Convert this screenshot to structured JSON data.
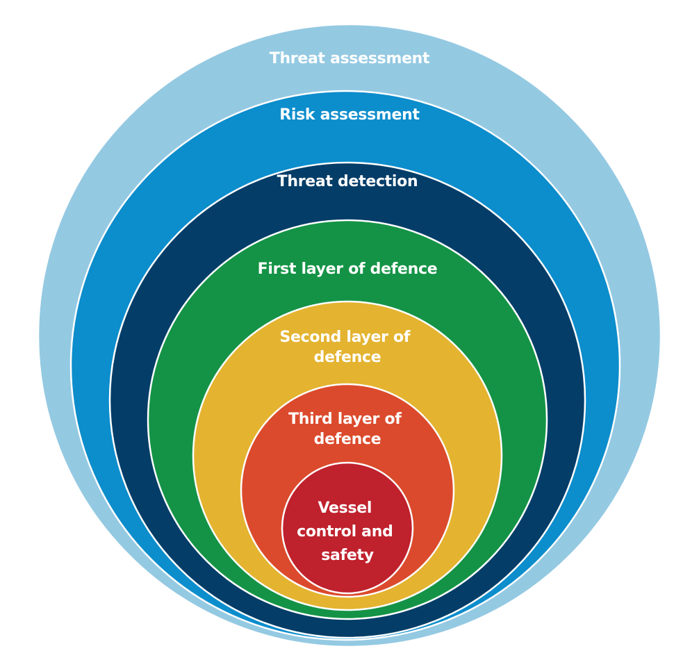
{
  "diagram": {
    "layers": [
      {
        "label": "Threat assessment",
        "color": "#94c9e2"
      },
      {
        "label": "Risk assessment",
        "color": "#0c8dcc"
      },
      {
        "label": "Threat detection",
        "color": "#033d68"
      },
      {
        "label": "First layer of defence",
        "color": "#149346"
      },
      {
        "label": "Second layer of defence",
        "line1": "Second layer of",
        "line2": "defence",
        "color": "#e4b32f"
      },
      {
        "label": "Third layer of defence",
        "line1": "Third layer of",
        "line2": "defence",
        "color": "#db4a2c"
      },
      {
        "label": "Vessel control and safety",
        "line1": "Vessel",
        "line2": "control and",
        "line3": "safety",
        "color": "#bf212d"
      }
    ]
  }
}
